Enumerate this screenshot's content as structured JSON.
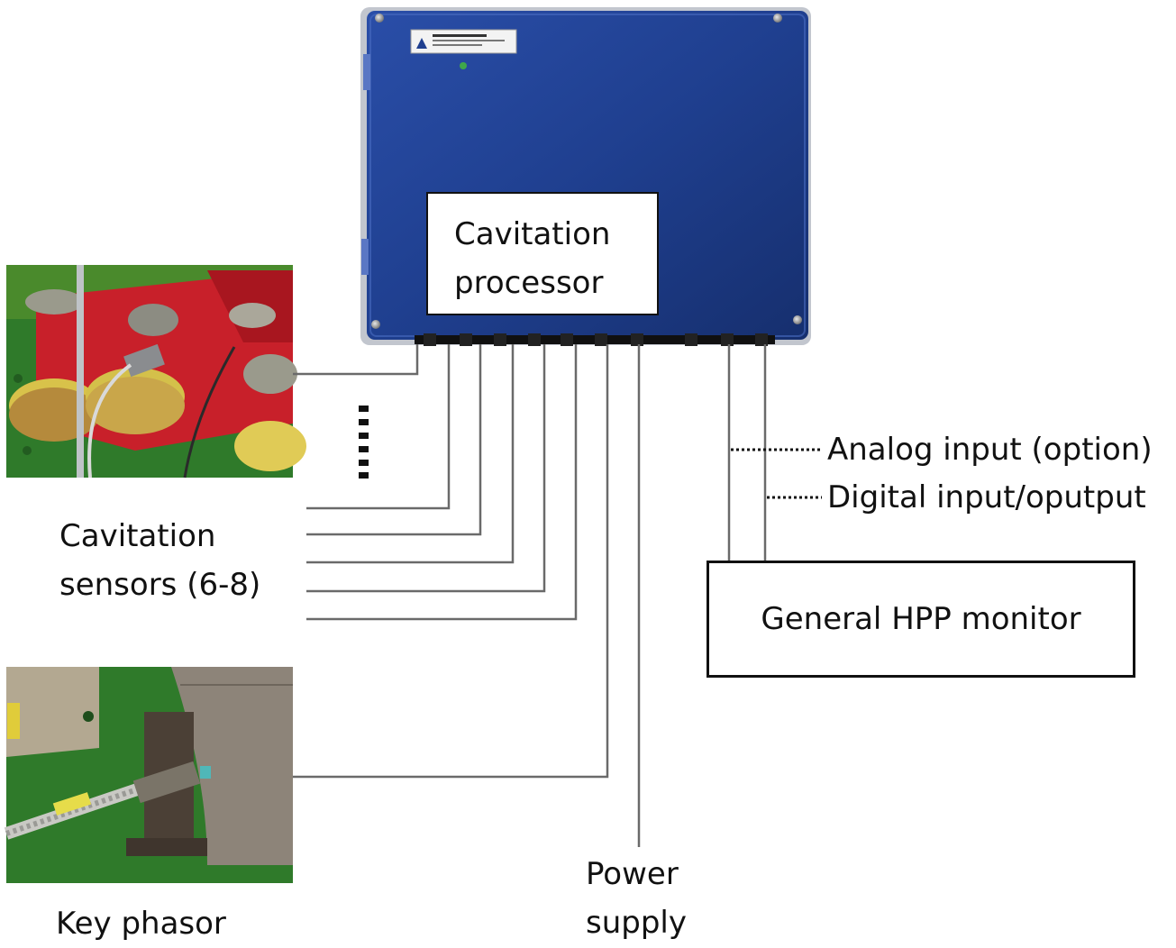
{
  "processor": {
    "label_line1": "Cavitation",
    "label_line2": "processor"
  },
  "sensors": {
    "label_line1": "Cavitation",
    "label_line2": "sensors (6-8)"
  },
  "key_phasor": {
    "label": "Key phasor"
  },
  "power_supply": {
    "label_line1": "Power",
    "label_line2": "supply"
  },
  "analog_input": {
    "label": "Analog input (option)"
  },
  "digital_io": {
    "label": "Digital input/oputput"
  },
  "hpp_monitor": {
    "label": "General HPP monitor"
  },
  "colors": {
    "enclosure_blue": "#1f3f8f",
    "line": "#6a6a6a",
    "sensor_red": "#c8202a",
    "machine_green": "#2f7a2a"
  }
}
